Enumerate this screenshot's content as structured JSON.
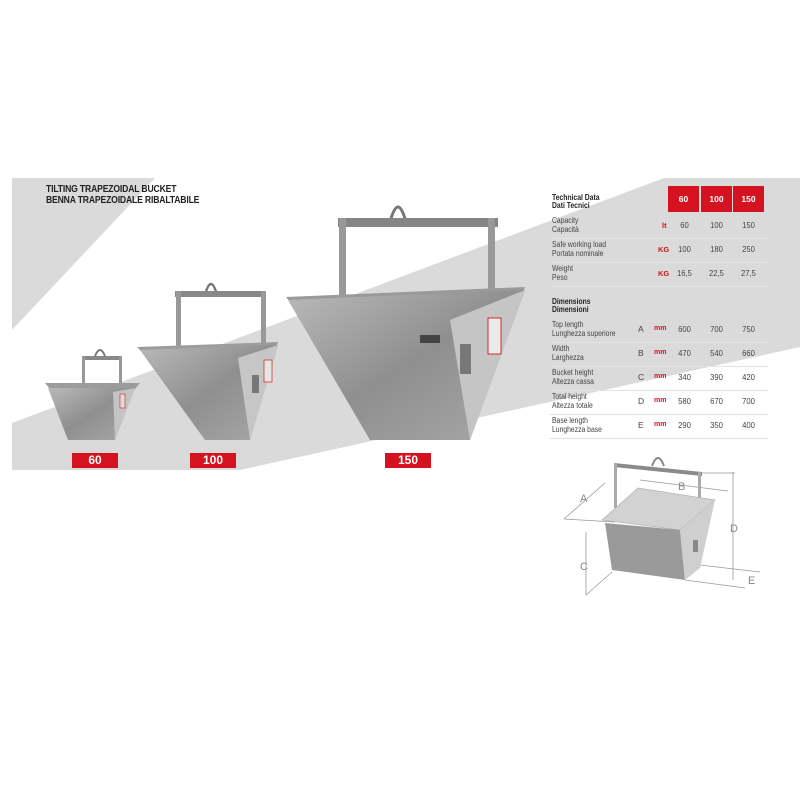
{
  "title": {
    "line1": "TILTING TRAPEZOIDAL BUCKET",
    "line2": "BENNA TRAPEZOIDALE RIBALTABILE"
  },
  "product_tags": [
    "60",
    "100",
    "150"
  ],
  "table": {
    "heading": {
      "en": "Technical Data",
      "it": "Dati Tecnici"
    },
    "columns": [
      "60",
      "100",
      "150"
    ],
    "technical_rows": [
      {
        "en": "Capacity",
        "it": "Capacità",
        "unit": "lt",
        "values": [
          "60",
          "100",
          "150"
        ]
      },
      {
        "en": "Safe working load",
        "it": "Portata nominale",
        "unit": "KG",
        "values": [
          "100",
          "180",
          "250"
        ]
      },
      {
        "en": "Weight",
        "it": "Peso",
        "unit": "KG",
        "values": [
          "16,5",
          "22,5",
          "27,5"
        ]
      }
    ],
    "dimensions_heading": {
      "en": "Dimensions",
      "it": "Dimensioni"
    },
    "dimension_rows": [
      {
        "en": "Top length",
        "it": "Lunghezza superiore",
        "letter": "A",
        "unit": "mm",
        "values": [
          "600",
          "700",
          "750"
        ]
      },
      {
        "en": "Width",
        "it": "Larghezza",
        "letter": "B",
        "unit": "mm",
        "values": [
          "470",
          "540",
          "660"
        ]
      },
      {
        "en": "Bucket height",
        "it": "Altezza cassa",
        "letter": "C",
        "unit": "mm",
        "values": [
          "340",
          "390",
          "420"
        ]
      },
      {
        "en": "Total height",
        "it": "Altezza totale",
        "letter": "D",
        "unit": "mm",
        "values": [
          "580",
          "670",
          "700"
        ]
      },
      {
        "en": "Base length",
        "it": "Lunghezza base",
        "letter": "E",
        "unit": "mm",
        "values": [
          "290",
          "350",
          "400"
        ]
      }
    ]
  },
  "diagram_labels": [
    "A",
    "B",
    "C",
    "D",
    "E"
  ],
  "colors": {
    "accent": "#d5121f",
    "band": "#d9d9d9"
  }
}
